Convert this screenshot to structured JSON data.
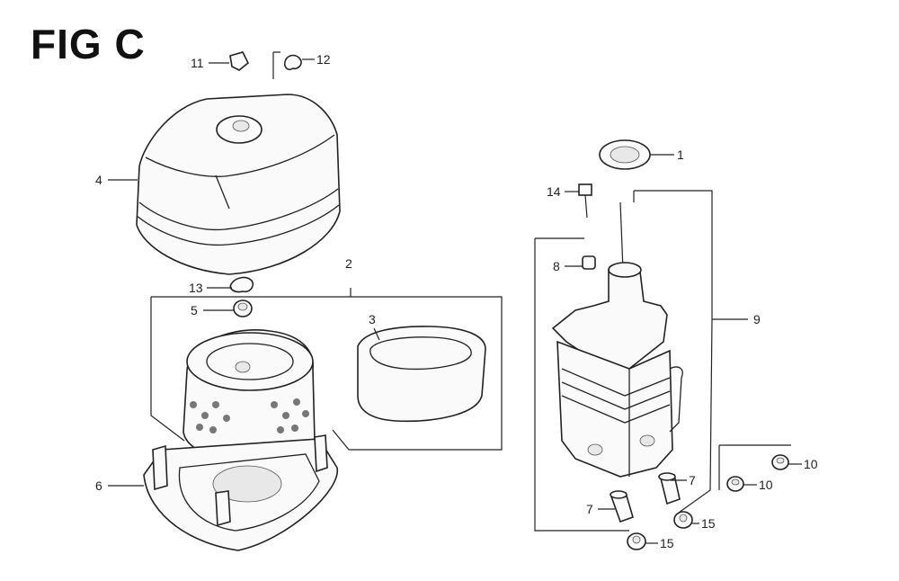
{
  "title": "FIG C",
  "labels": {
    "p1": "1",
    "p2": "2",
    "p3": "3",
    "p4": "4",
    "p5": "5",
    "p6": "6",
    "p7a": "7",
    "p7b": "7",
    "p8": "8",
    "p9": "9",
    "p10a": "10",
    "p10b": "10",
    "p11": "11",
    "p12": "12",
    "p13": "13",
    "p14": "14",
    "p15a": "15",
    "p15b": "15"
  }
}
